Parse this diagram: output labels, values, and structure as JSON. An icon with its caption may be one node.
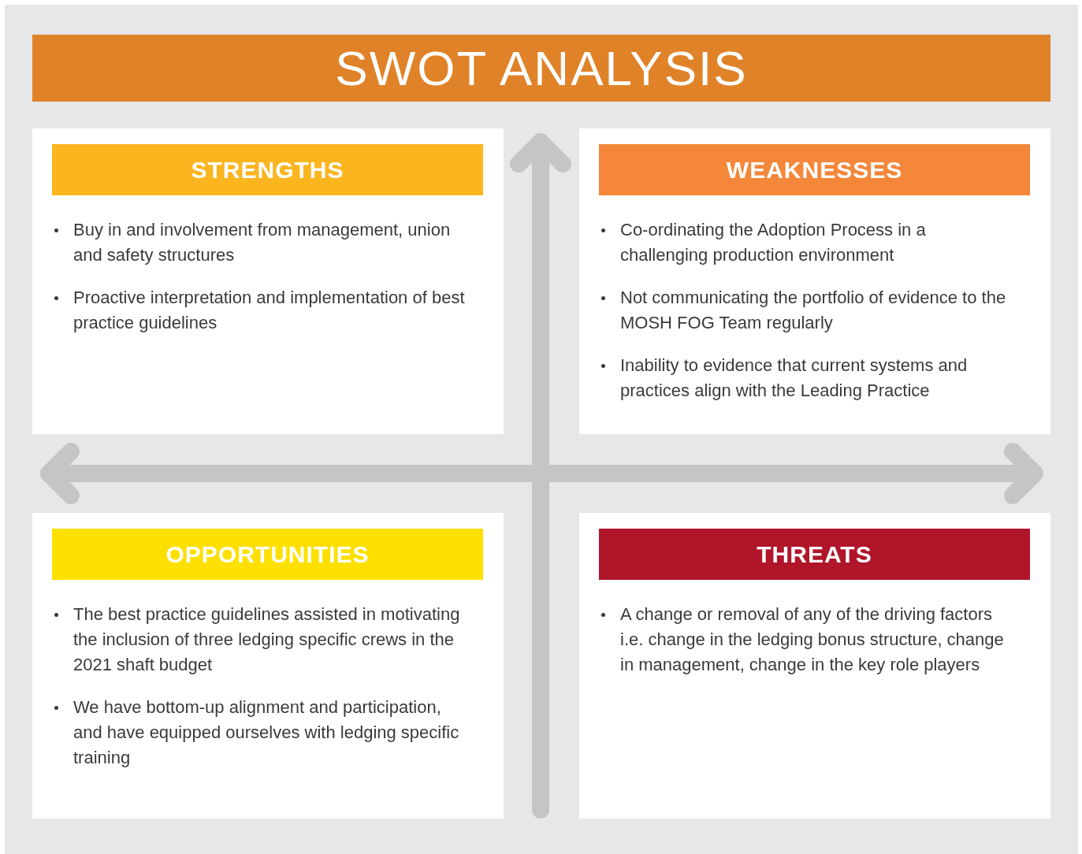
{
  "diagram": {
    "title": "SWOT ANALYSIS",
    "nodes": [
      {
        "text": [
          "STRENGTHS",
          "Buy in and involvement from management, union and safety structures",
          "Proactive interpretation and implementation of best practice guidelines"
        ]
      },
      {
        "text": [
          "WEAKNESSES",
          "Co-ordinating the Adoption Process in a challenging production environment",
          "Not communicating the portfolio of evidence to the MOSH FOG Team regularly",
          "Inability to evidence that current systems and practices align with the Leading Practice"
        ]
      },
      {
        "text": [
          "OPPORTUNITIES",
          "The best practice guidelines assisted in motivating the inclusion of three ledging specific crews in the 2021 shaft budget",
          "We have bottom-up alignment and participation, and have equipped ourselves with ledging specific training"
        ]
      },
      {
        "text": [
          "THREATS",
          "A change or removal of any of the driving factors i.e. change in the ledging bonus structure, change in management, change in the key role players"
        ]
      }
    ]
  }
}
